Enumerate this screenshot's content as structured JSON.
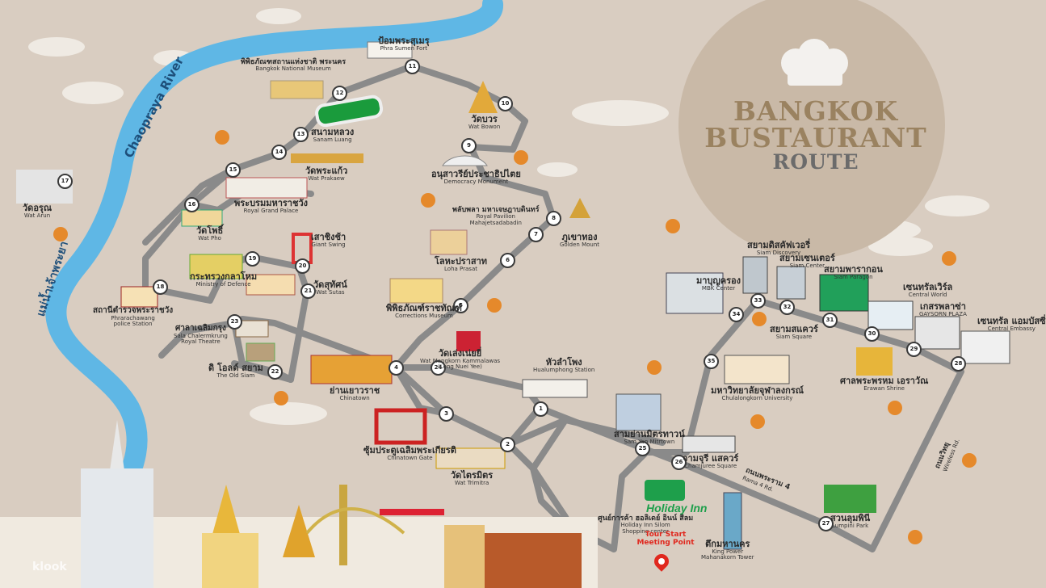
{
  "title": {
    "line1": "BANGKOK",
    "line2": "BUSTAURANT",
    "line3": "ROUTE"
  },
  "river": {
    "en": "Chaopraya River",
    "th": "แม่น้ำเจ้าพระยา"
  },
  "colors": {
    "background": "#d9cdc1",
    "river": "#5fb7e5",
    "road": "#8a8a8a",
    "title_brown": "#9a8260",
    "accent_red": "#e0281e",
    "holiday_green": "#1e9f4b"
  },
  "stops": [
    "1",
    "2",
    "3",
    "4",
    "5",
    "6",
    "7",
    "8",
    "9",
    "10",
    "11",
    "12",
    "13",
    "14",
    "15",
    "16",
    "17",
    "18",
    "19",
    "20",
    "21",
    "22",
    "23",
    "24",
    "25",
    "26",
    "27",
    "28",
    "29",
    "30",
    "31",
    "32",
    "33",
    "34",
    "35"
  ],
  "landmarks": {
    "phra_sumen": {
      "th": "ป้อมพระสุเมรุ",
      "en": "Phra Sumen Fort"
    },
    "national_museum": {
      "th": "พิพิธภัณฑสถานแห่งชาติ พระนคร",
      "en": "Bangkok National Museum"
    },
    "wat_bowon": {
      "th": "วัดบวร",
      "en": "Wat Bowon"
    },
    "sanam_luang": {
      "th": "สนามหลวง",
      "en": "Sanam Luang"
    },
    "wat_prakaew": {
      "th": "วัดพระแก้ว",
      "en": "Wat Prakaew"
    },
    "democracy": {
      "th": "อนุสาวรีย์ประชาธิปไตย",
      "en": "Democracy Monument"
    },
    "wat_arun": {
      "th": "วัดอรุณ",
      "en": "Wat Arun"
    },
    "grand_palace": {
      "th": "พระบรมมหาราชวัง",
      "en": "Royal Grand Palace"
    },
    "royal_pavilion": {
      "th": "พลับพลา มหาเจษฎาบดินทร์",
      "en1": "Royal Pavilion",
      "en2": "Mahajetsadabadin"
    },
    "wat_pho": {
      "th": "วัดโพธิ์",
      "en": "Wat Pho"
    },
    "golden_mount": {
      "th": "ภูเขาทอง",
      "en": "Golden Mount"
    },
    "giant_swing": {
      "th": "เสาชิงช้า",
      "en": "Giant Swing"
    },
    "loha_prasat": {
      "th": "โลหะปราสาท",
      "en": "Loha Prasat"
    },
    "defence": {
      "th": "กระทรวงกลาโหม",
      "en": "Ministry of Defence"
    },
    "wat_sutas": {
      "th": "วัดสุทัศน์",
      "en": "Wat Sutas"
    },
    "police": {
      "th": "สถานีตำรวจพระราชวัง",
      "en1": "Phrarachawang",
      "en2": "police Station"
    },
    "corrections": {
      "th": "พิพิธภัณฑ์ราชทัณฑ์",
      "en": "Corrections Museum"
    },
    "sala": {
      "th": "ศาลาเฉลิมกรุง",
      "en1": "Sala Chalermkrung",
      "en2": "Royal Theatre"
    },
    "old_siam": {
      "th": "ดิ โอลด์ สยาม",
      "en": "The Old Siam"
    },
    "wat_mangkorn": {
      "th": "วัดเล่งเน่ยยี่",
      "en1": "Wat Mangkorn Kammalawas",
      "en2": "(Leng Nuei Yee)"
    },
    "chinatown": {
      "th": "ย่านเยาวราช",
      "en": "Chinatown"
    },
    "hualamphong": {
      "th": "หัวลำโพง",
      "en": "Hualumphong Station"
    },
    "chinatown_gate": {
      "th": "ซุ้มประตูเฉลิมพระเกียรติ",
      "en": "Chinatown Gate"
    },
    "wat_trimitra": {
      "th": "วัดไตรมิตร",
      "en": "Wat Trimitra"
    },
    "mbk": {
      "th": "มาบุญครอง",
      "en": "MBK Center"
    },
    "siam_discovery": {
      "th": "สยามดิสคัฟเวอรี่",
      "en": "Siam Discovery"
    },
    "siam_center": {
      "th": "สยามเซนเตอร์",
      "en": "Siam Center"
    },
    "siam_paragon": {
      "th": "สยามพารากอน",
      "en": "Siam Paragon"
    },
    "central_world": {
      "th": "เซนทรัลเวิร์ล",
      "en": "Central World"
    },
    "gaysorn": {
      "th": "เกสรพลาซ่า",
      "en": "GAYSORN PLAZA"
    },
    "central_embassy": {
      "th": "เซนทรัล แอมบัสซี่",
      "en": "Central Embassy"
    },
    "siam_square": {
      "th": "สยามสแควร์",
      "en": "Siam Square"
    },
    "chula": {
      "th": "มหาวิทยาลัยจุฬาลงกรณ์",
      "en": "Chulalongkorn University"
    },
    "erawan": {
      "th": "ศาลพระพรหม เอราวัณ",
      "en": "Erawan Shrine"
    },
    "samyan": {
      "th": "สามย่านมิตรทาวน์",
      "en": "Sam Yan Mitrtown"
    },
    "chamchuri": {
      "th": "จามจุรี แสควร์",
      "en": "Chamjuree Square"
    },
    "rama4": {
      "th": "ถนนพระราม 4",
      "en": "Rama 4 Rd."
    },
    "wireless": {
      "th": "ถนนวิทยุ",
      "en": "Wireless Rd."
    },
    "lumpini": {
      "th": "สวนลุมพินี",
      "en": "Lumpini Park"
    },
    "holiday_silom": {
      "th": "ศูนย์การค้า ฮอลิเดย์ อินน์ สีลม",
      "en1": "Holiday Inn Silom",
      "en2": "Shopping center"
    },
    "king_power": {
      "th": "ตึกมหานคร",
      "en1": "King Power",
      "en2": "Mahanakorn Tower"
    }
  },
  "holiday_inn": {
    "brand": "Holiday Inn",
    "tour1": "Tour Start",
    "tour2": "Meeting Point"
  },
  "watermark": "klook"
}
